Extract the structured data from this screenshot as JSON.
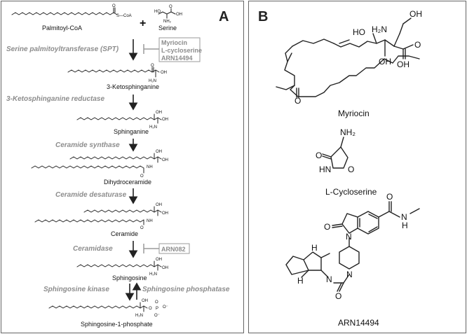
{
  "panel_a": {
    "letter": "A",
    "substrate_1": "Palmitoyl-CoA",
    "plus": "+",
    "substrate_2": "Serine",
    "enzymes": {
      "spt": "Serine palmitoyltransferase (SPT)",
      "ksr": "3-Ketosphinganine reductase",
      "cers": "Ceramide synthase",
      "des": "Ceramide desaturase",
      "cdase": "Ceramidase",
      "sphk": "Sphingosine kinase",
      "spp": "Sphingosine phosphatase"
    },
    "inhibitors_spt": [
      "Myriocin",
      "L-cycloserine",
      "ARN14494"
    ],
    "inhibitor_cdase": "ARN082",
    "metabolites": {
      "ketosphinganine": "3-Ketosphinganine",
      "sphinganine": "Sphinganine",
      "dihydroceramide": "Dihydroceramide",
      "ceramide": "Ceramide",
      "sphingosine": "Sphingosine",
      "s1p": "Sphingosine-1-phosphate"
    },
    "atoms": {
      "o": "O",
      "oh": "OH",
      "nh2": "NH₂",
      "h2n": "H₂N",
      "nh": "NH",
      "s_coa": "S—CoA",
      "ho": "HO",
      "p": "P",
      "o_minus": "O⁻"
    }
  },
  "panel_b": {
    "letter": "B",
    "names": [
      "Myriocin",
      "L-Cycloserine",
      "ARN14494"
    ],
    "atoms": {
      "ho": "HO",
      "h2n": "H₂N",
      "oh": "OH",
      "o": "O",
      "nh2": "NH₂",
      "hn": "HN",
      "n": "N",
      "h": "H",
      "nh": "H"
    }
  },
  "colors": {
    "enzyme_text": "#8c8c8c",
    "inhibitor_box": "#9a9a9a",
    "border": "#666666"
  }
}
